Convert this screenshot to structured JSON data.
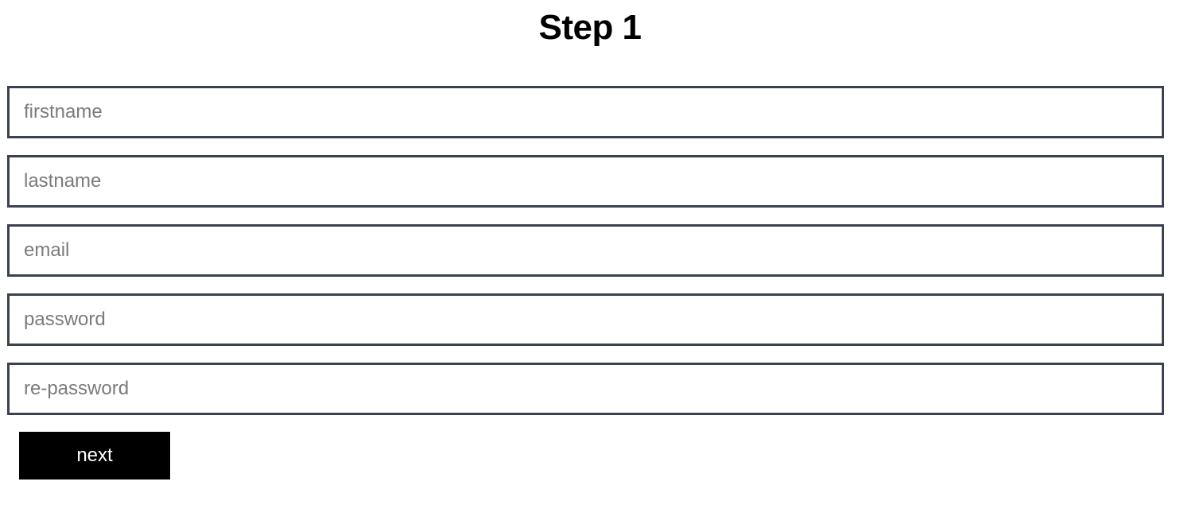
{
  "page": {
    "title": "Step 1",
    "background_color": "#ffffff"
  },
  "form": {
    "input_border_color": "#3a4150",
    "placeholder_color": "#7b7b7b",
    "fields": [
      {
        "name": "firstname",
        "placeholder": "firstname",
        "value": "",
        "type": "text"
      },
      {
        "name": "lastname",
        "placeholder": "lastname",
        "value": "",
        "type": "text"
      },
      {
        "name": "email",
        "placeholder": "email",
        "value": "",
        "type": "text"
      },
      {
        "name": "password",
        "placeholder": "password",
        "value": "",
        "type": "text"
      },
      {
        "name": "re-password",
        "placeholder": "re-password",
        "value": "",
        "type": "text"
      }
    ]
  },
  "actions": {
    "next_label": "next",
    "next_background_color": "#000000",
    "next_text_color": "#ffffff"
  }
}
